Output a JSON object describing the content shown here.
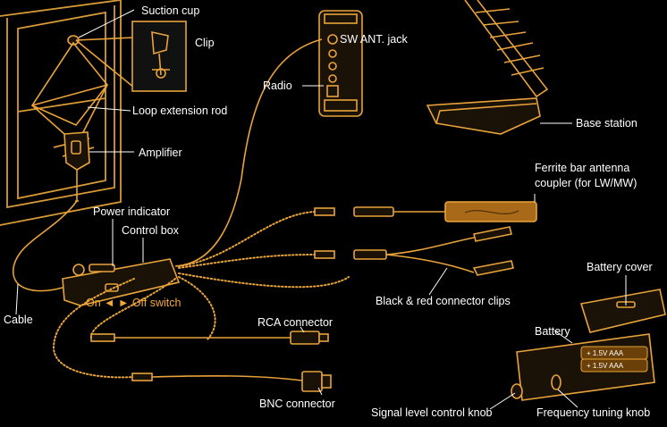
{
  "labels": {
    "suction_cup": "Suction cup",
    "clip": "Clip",
    "sw_ant_jack": "SW ANT. jack",
    "radio": "Radio",
    "loop_rod": "Loop extension rod",
    "amplifier": "Amplifier",
    "base_station": "Base station",
    "ferrite_line1": "Ferrite bar antenna",
    "ferrite_line2": "coupler (for LW/MW)",
    "power_indicator": "Power indicator",
    "control_box": "Control box",
    "battery_cover": "Battery cover",
    "onoff_switch": "On ◄ ► Off switch",
    "cable": "Cable",
    "connector_clips": "Black & red connector clips",
    "rca": "RCA connector",
    "battery": "Battery",
    "bnc": "BNC connector",
    "signal_knob": "Signal level control knob",
    "freq_knob": "Frequency tuning knob"
  },
  "battery_cells": [
    "+ 1.5V  AAA",
    "+ 1.5V  AAA"
  ],
  "colors": {
    "background": "#000000",
    "drawing": "#e8a33a",
    "labels": "#ffffff",
    "switch_label": "#f2a93b"
  }
}
